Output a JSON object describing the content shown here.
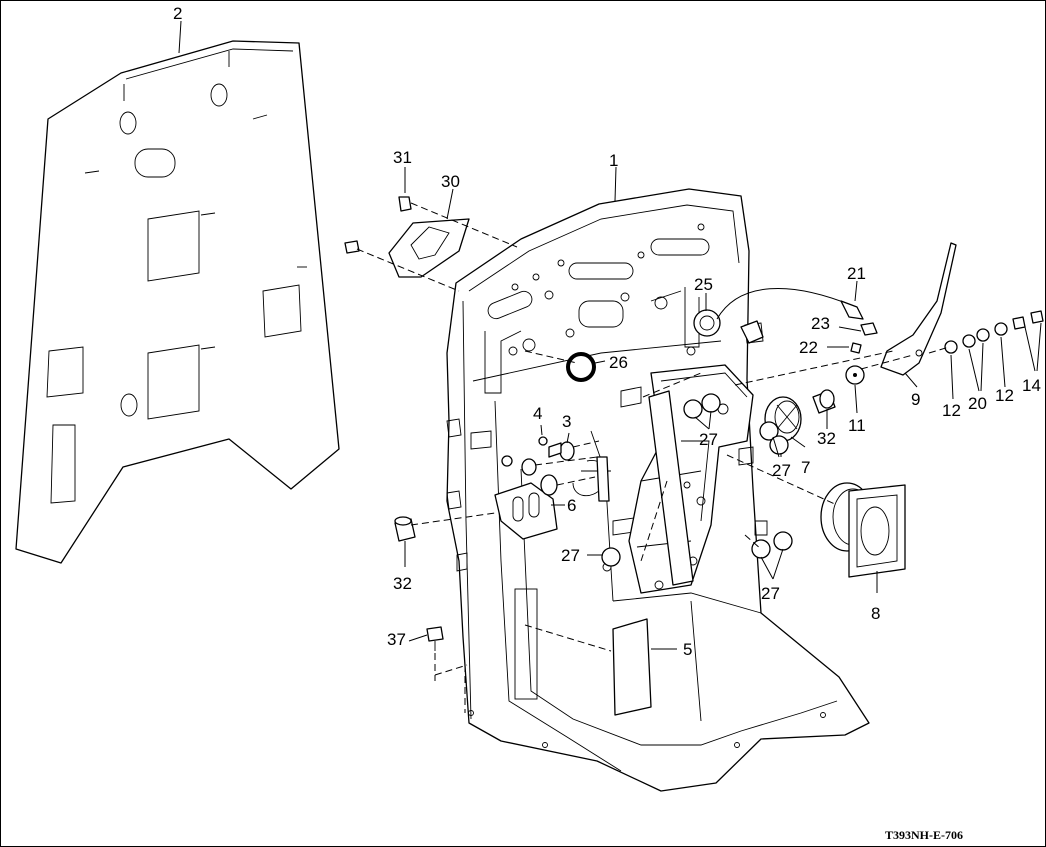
{
  "figure_code": "T393NH-E-706",
  "colors": {
    "line": "#000000",
    "background": "#ffffff"
  },
  "callouts": {
    "c1": "1",
    "c2": "2",
    "c3": "3",
    "c4": "4",
    "c5": "5",
    "c6": "6",
    "c7": "7",
    "c8": "8",
    "c9": "9",
    "c11": "11",
    "c12a": "12",
    "c12b": "12",
    "c14": "14",
    "c20": "20",
    "c21": "21",
    "c22": "22",
    "c23": "23",
    "c25": "25",
    "c26": "26",
    "c27a": "27",
    "c27b": "27",
    "c27c": "27",
    "c27d": "27",
    "c30": "30",
    "c31": "31",
    "c32a": "32",
    "c32b": "32",
    "c37": "37"
  }
}
